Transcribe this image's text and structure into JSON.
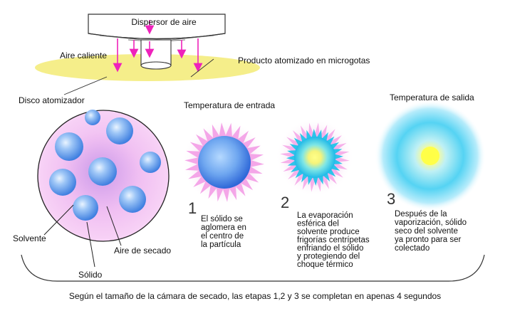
{
  "labels": {
    "air_disperser": "Dispersor de aire",
    "hot_air": "Aire caliente",
    "atomized_product": "Producto atomizado en microgotas",
    "atomizer_disc": "Disco atomizador",
    "inlet_temperature": "Temperatura de entrada",
    "outlet_temperature": "Temperatura de salida",
    "solvent": "Solvente",
    "drying_air": "Aire de secado",
    "solid": "Sólido"
  },
  "stages": [
    {
      "number": "1",
      "lines": [
        "El sólido se",
        "aglomera en",
        "el centro de",
        "la partícula"
      ]
    },
    {
      "number": "2",
      "lines": [
        "La evaporación",
        "esférica del",
        "solvente produce",
        "frigorías centrípetas",
        "enfriando el sólido",
        "y protegiendo del",
        "choque térmico"
      ]
    },
    {
      "number": "3",
      "lines": [
        "Después de la",
        "vaporización, sólido",
        "seco del solvente",
        "ya pronto para ser",
        "colectado"
      ]
    }
  ],
  "footer": "Según el tamaño de la cámara de secado, las etapas 1,2 y 3 se completan en apenas 4 segundos",
  "colors": {
    "arrow": "#ee22bb",
    "atomized_cloud": "#f5ee8a",
    "droplet_pink": "#f5b8f0",
    "bubble_blue": "#4f8fe6",
    "cyan": "#44ddee",
    "core_yellow": "#ffff55"
  }
}
